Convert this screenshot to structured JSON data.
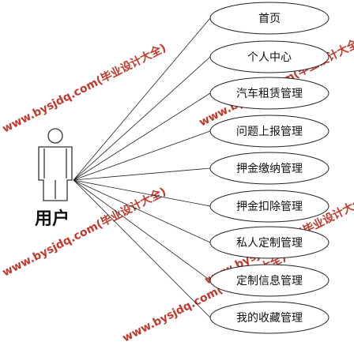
{
  "actor": {
    "label": "用户"
  },
  "use_cases": [
    {
      "label": "首页"
    },
    {
      "label": "个人中心"
    },
    {
      "label": "汽车租赁管理"
    },
    {
      "label": "问题上报管理"
    },
    {
      "label": "押金缴纳管理"
    },
    {
      "label": "押金扣除管理"
    },
    {
      "label": "私人定制管理"
    },
    {
      "label": "定制信息管理"
    },
    {
      "label": "我的收藏管理"
    }
  ],
  "watermark": {
    "text": "www.bysjdq.com(毕业设计大全)",
    "color": "#c0392b"
  }
}
